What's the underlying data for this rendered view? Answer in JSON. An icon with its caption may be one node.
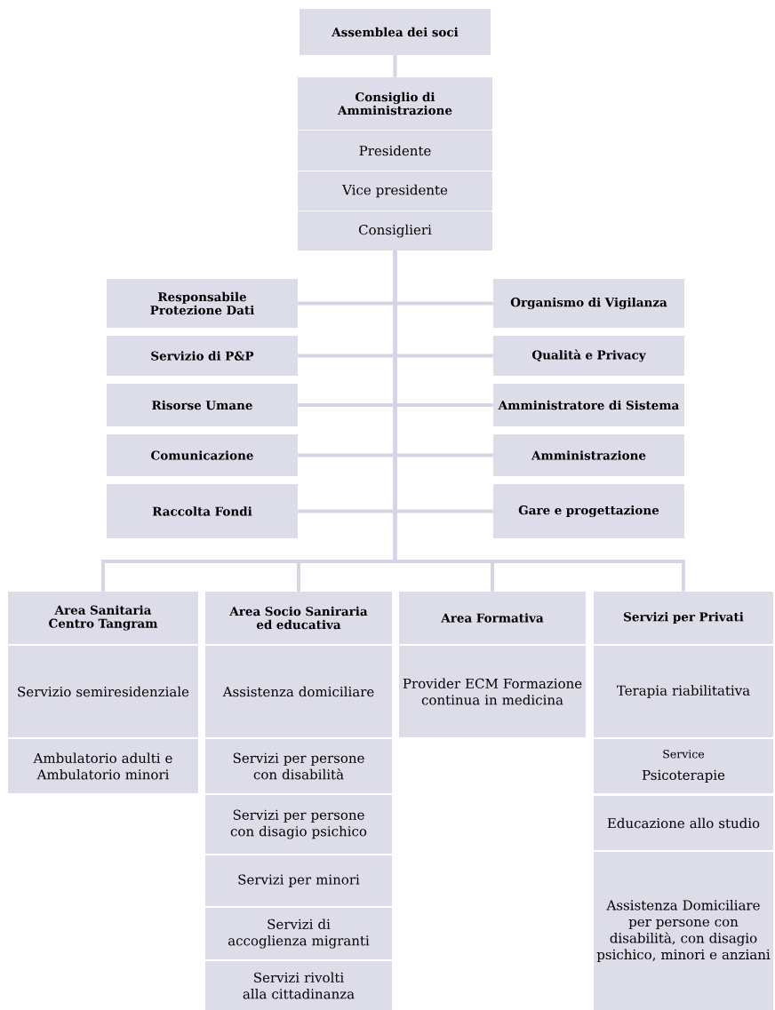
{
  "diagram": {
    "nodes": [
      {
        "text": [
          "Assemblea dei soci"
        ]
      },
      {
        "text": [
          "Consiglio di Amministrazione"
        ]
      },
      {
        "text": [
          "Presidente"
        ]
      },
      {
        "text": [
          "Vice presidente"
        ]
      },
      {
        "text": [
          "Consiglieri"
        ]
      },
      {
        "text": [
          "Responsabile Protezione Dati"
        ]
      },
      {
        "text": [
          "Organismo di Vigilanza"
        ]
      },
      {
        "text": [
          "Servizio di P&P"
        ]
      },
      {
        "text": [
          "Qualità e Privacy"
        ]
      },
      {
        "text": [
          "Risorse Umane"
        ]
      },
      {
        "text": [
          "Amministratore di Sistema"
        ]
      },
      {
        "text": [
          "Comunicazione"
        ]
      },
      {
        "text": [
          "Amministrazione"
        ]
      },
      {
        "text": [
          "Raccolta Fondi"
        ]
      },
      {
        "text": [
          "Gare e progettazione"
        ]
      },
      {
        "text": [
          "Area Sanitaria Centro Tangram"
        ]
      },
      {
        "text": [
          "Servizio semiresidenziale"
        ]
      },
      {
        "text": [
          "Ambulatorio adulti e Ambulatorio minori"
        ]
      },
      {
        "text": [
          "Area Socio Saniraria ed educativa"
        ]
      },
      {
        "text": [
          "Assistenza domiciliare"
        ]
      },
      {
        "text": [
          "Servizi per persone con disabilità"
        ]
      },
      {
        "text": [
          "Servizi per persone con disagio psichico"
        ]
      },
      {
        "text": [
          "Servizi per minori"
        ]
      },
      {
        "text": [
          "Servizi di accoglienza migranti"
        ]
      },
      {
        "text": [
          "Servizi rivolti alla cittadinanza"
        ]
      },
      {
        "text": [
          "Area Formativa"
        ]
      },
      {
        "text": [
          "Provider ECM Formazione continua in medicina"
        ]
      },
      {
        "text": [
          "Servizi per Privati"
        ]
      },
      {
        "text": [
          "Terapia riabilitativa"
        ]
      },
      {
        "text": [
          "Service",
          "Psicoterapie"
        ]
      },
      {
        "text": [
          "Educazione allo studio"
        ]
      },
      {
        "text": [
          "Assistenza Domiciliare per persone con disabilità, con disagio psichico, minori e anziani"
        ]
      }
    ],
    "edges": [
      {
        "from": 0,
        "to": 1,
        "arrow": "none"
      },
      {
        "from": 4,
        "to": 5,
        "arrow": "none"
      },
      {
        "from": 4,
        "to": 6,
        "arrow": "none"
      },
      {
        "from": 4,
        "to": 7,
        "arrow": "none"
      },
      {
        "from": 4,
        "to": 8,
        "arrow": "none"
      },
      {
        "from": 4,
        "to": 9,
        "arrow": "none"
      },
      {
        "from": 4,
        "to": 10,
        "arrow": "none"
      },
      {
        "from": 4,
        "to": 11,
        "arrow": "none"
      },
      {
        "from": 4,
        "to": 12,
        "arrow": "none"
      },
      {
        "from": 4,
        "to": 13,
        "arrow": "none"
      },
      {
        "from": 4,
        "to": 14,
        "arrow": "none"
      },
      {
        "from": 4,
        "to": 15,
        "arrow": "none"
      },
      {
        "from": 4,
        "to": 18,
        "arrow": "none"
      },
      {
        "from": 4,
        "to": 25,
        "arrow": "none"
      },
      {
        "from": 4,
        "to": 27,
        "arrow": "none"
      }
    ]
  }
}
